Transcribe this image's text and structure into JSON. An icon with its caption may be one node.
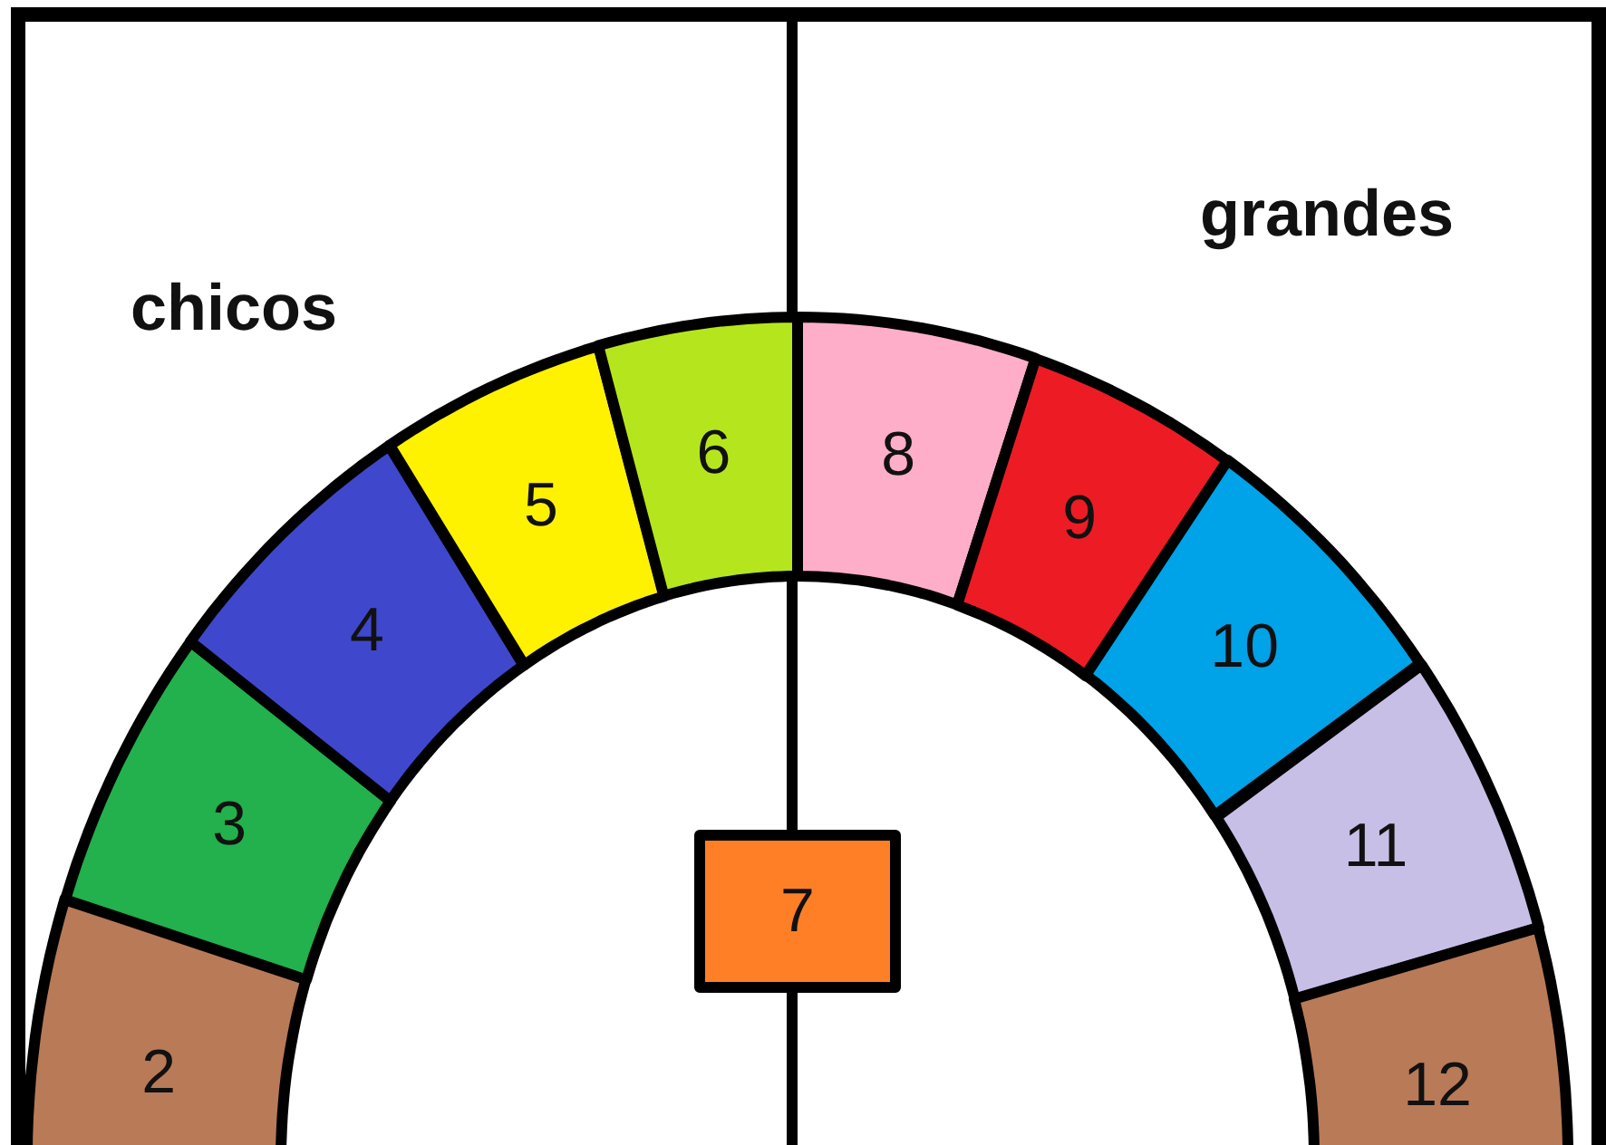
{
  "diagram": {
    "nodes": [
      {
        "text": [
          "2"
        ]
      },
      {
        "text": [
          "3"
        ]
      },
      {
        "text": [
          "4"
        ]
      },
      {
        "text": [
          "5"
        ]
      },
      {
        "text": [
          "6"
        ]
      },
      {
        "text": [
          "7"
        ]
      },
      {
        "text": [
          "8"
        ]
      },
      {
        "text": [
          "9"
        ]
      },
      {
        "text": [
          "10"
        ]
      },
      {
        "text": [
          "11"
        ]
      },
      {
        "text": [
          "12"
        ]
      }
    ],
    "labels": [
      "chicos",
      "grandes"
    ]
  }
}
